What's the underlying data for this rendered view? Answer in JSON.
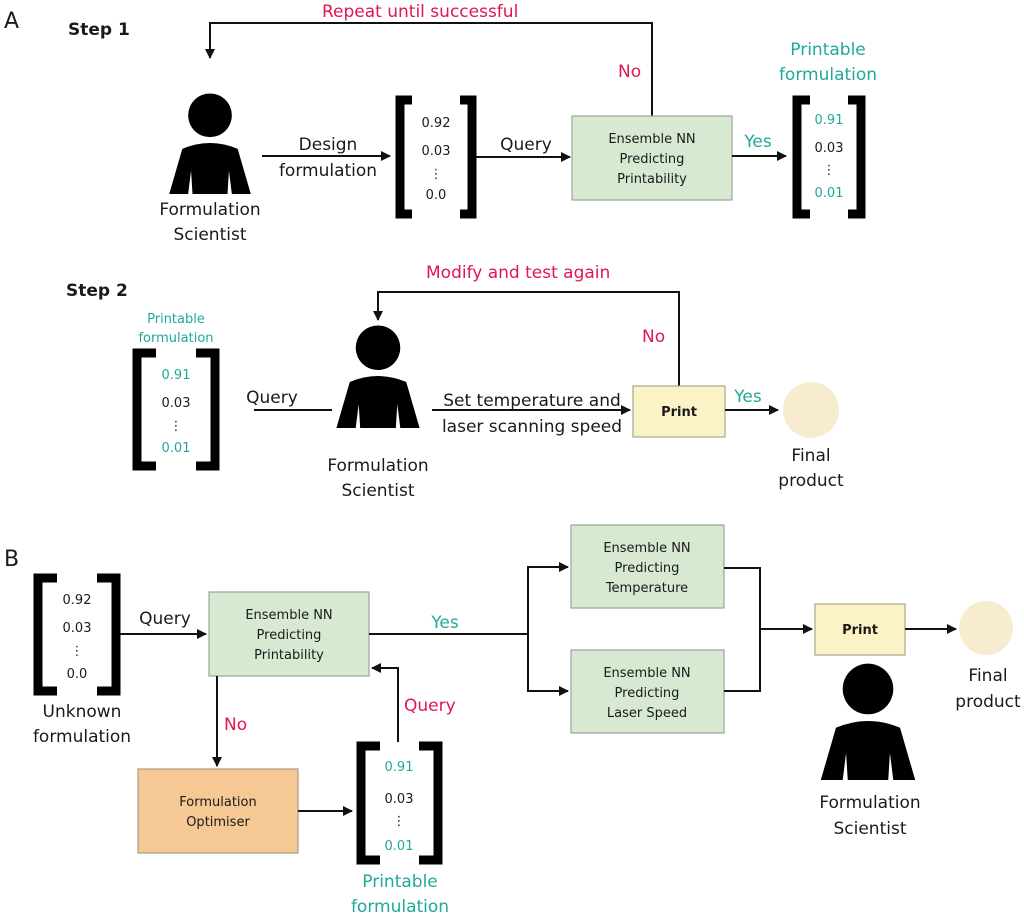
{
  "panels": {
    "a": {
      "label": "A",
      "step1": {
        "title": "Step 1",
        "loop_label": "Repeat until successful",
        "scientist_label": [
          "Formulation",
          "Scientist"
        ],
        "design_label": [
          "Design",
          "formulation"
        ],
        "vector_in": [
          "0.92",
          "0.03",
          "⋮",
          "0.0"
        ],
        "query_label": "Query",
        "nn_box": [
          "Ensemble NN",
          "Predicting",
          "Printability"
        ],
        "no_label": "No",
        "yes_label": "Yes",
        "printable_title": [
          "Printable",
          "formulation"
        ],
        "vector_out": [
          "0.91",
          "0.03",
          "⋮",
          "0.01"
        ]
      },
      "step2": {
        "title": "Step 2",
        "printable_title": [
          "Printable",
          "formulation"
        ],
        "vector": [
          "0.91",
          "0.03",
          "⋮",
          "0.01"
        ],
        "query_label": "Query",
        "loop_label": "Modify and test again",
        "scientist_label": [
          "Formulation",
          "Scientist"
        ],
        "set_label": [
          "Set temperature and",
          "laser scanning speed"
        ],
        "print_box": "Print",
        "no_label": "No",
        "yes_label": "Yes",
        "product_label": [
          "Final",
          "product"
        ]
      }
    },
    "b": {
      "label": "B",
      "vector_in": [
        "0.92",
        "0.03",
        "⋮",
        "0.0"
      ],
      "unknown_label": [
        "Unknown",
        "formulation"
      ],
      "query_label": "Query",
      "nn_printability": [
        "Ensemble NN",
        "Predicting",
        "Printability"
      ],
      "yes_label": "Yes",
      "no_label": "No",
      "optimiser_box": [
        "Formulation",
        "Optimiser"
      ],
      "vector_out": [
        "0.91",
        "0.03",
        "⋮",
        "0.01"
      ],
      "printable_title": [
        "Printable",
        "formulation"
      ],
      "query_back_label": "Query",
      "nn_temperature": [
        "Ensemble NN",
        "Predicting",
        "Temperature"
      ],
      "nn_laser": [
        "Ensemble NN",
        "Predicting",
        "Laser Speed"
      ],
      "print_box": "Print",
      "product_label": [
        "Final",
        "product"
      ],
      "scientist_label": [
        "Formulation",
        "Scientist"
      ]
    }
  },
  "colors": {
    "negative": "#e0174f",
    "positive": "#20a99a",
    "nn_box": "#d8e9d1",
    "print_box": "#fbf3c6",
    "optimiser_box": "#f6c894",
    "product": "#f8ecd0"
  }
}
